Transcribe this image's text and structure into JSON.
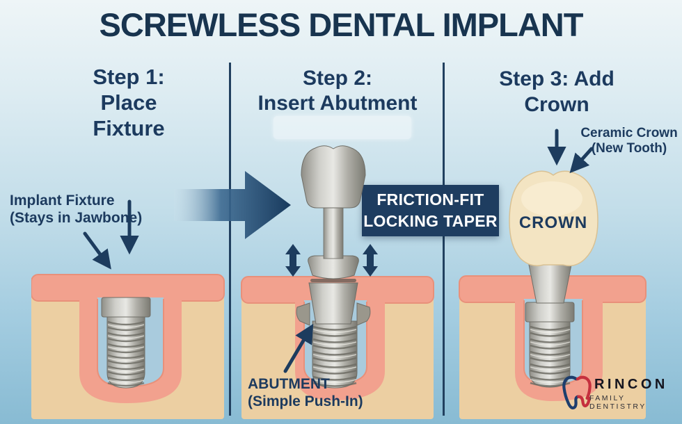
{
  "header": {
    "title": "SCREWLESS DENTAL IMPLANT"
  },
  "steps": {
    "step1": {
      "heading": [
        "Step 1:",
        "Place",
        "Fixture"
      ],
      "label": [
        "Implant Fixture",
        "(Stays in Jawbone)"
      ]
    },
    "step2": {
      "heading": [
        "Step 2:",
        "Insert Abutment"
      ],
      "callout": [
        "FRICTION-FIT",
        "LOCKING TAPER"
      ],
      "label": [
        "ABUTMENT",
        "(Simple Push-In)"
      ]
    },
    "step3": {
      "heading": [
        "Step 3: Add",
        "Crown"
      ],
      "label": [
        "Ceramic Crown",
        "(New Tooth)"
      ],
      "crown_text": "CROWN"
    }
  },
  "logo": {
    "name": "RINCON",
    "tagline": "FAMILY DENTISTRY"
  },
  "colors": {
    "navy_text": "#1c3a5e",
    "callout_bg": "#1e3d60",
    "background_top": "#eef5f7",
    "background_bottom": "#88bbd3",
    "bone": "#eccfa2",
    "gum": "#f2a18e",
    "socket_blue": "#a9cbdd",
    "crown_ceramic": "#f3e4c2",
    "metal_light": "#e8e8e4",
    "metal_dark": "#7b7a72",
    "logo_blue": "#1d3e6d",
    "logo_red": "#c5303e"
  }
}
